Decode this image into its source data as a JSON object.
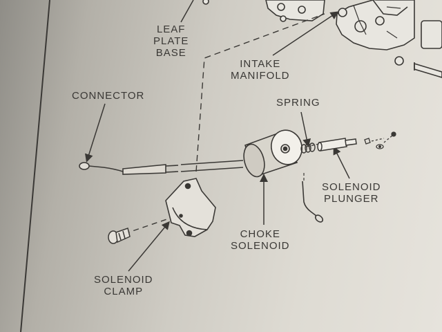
{
  "labels": {
    "leaf_plate_base": [
      "LEAF",
      "PLATE",
      "BASE"
    ],
    "intake_manifold": [
      "INTAKE",
      "MANIFOLD"
    ],
    "connector": [
      "CONNECTOR"
    ],
    "spring": [
      "SPRING"
    ],
    "solenoid_plunger": [
      "SOLENOID",
      "PLUNGER"
    ],
    "choke_solenoid": [
      "CHOKE",
      "SOLENOID"
    ],
    "solenoid_clamp": [
      "SOLENOID",
      "CLAMP"
    ]
  }
}
